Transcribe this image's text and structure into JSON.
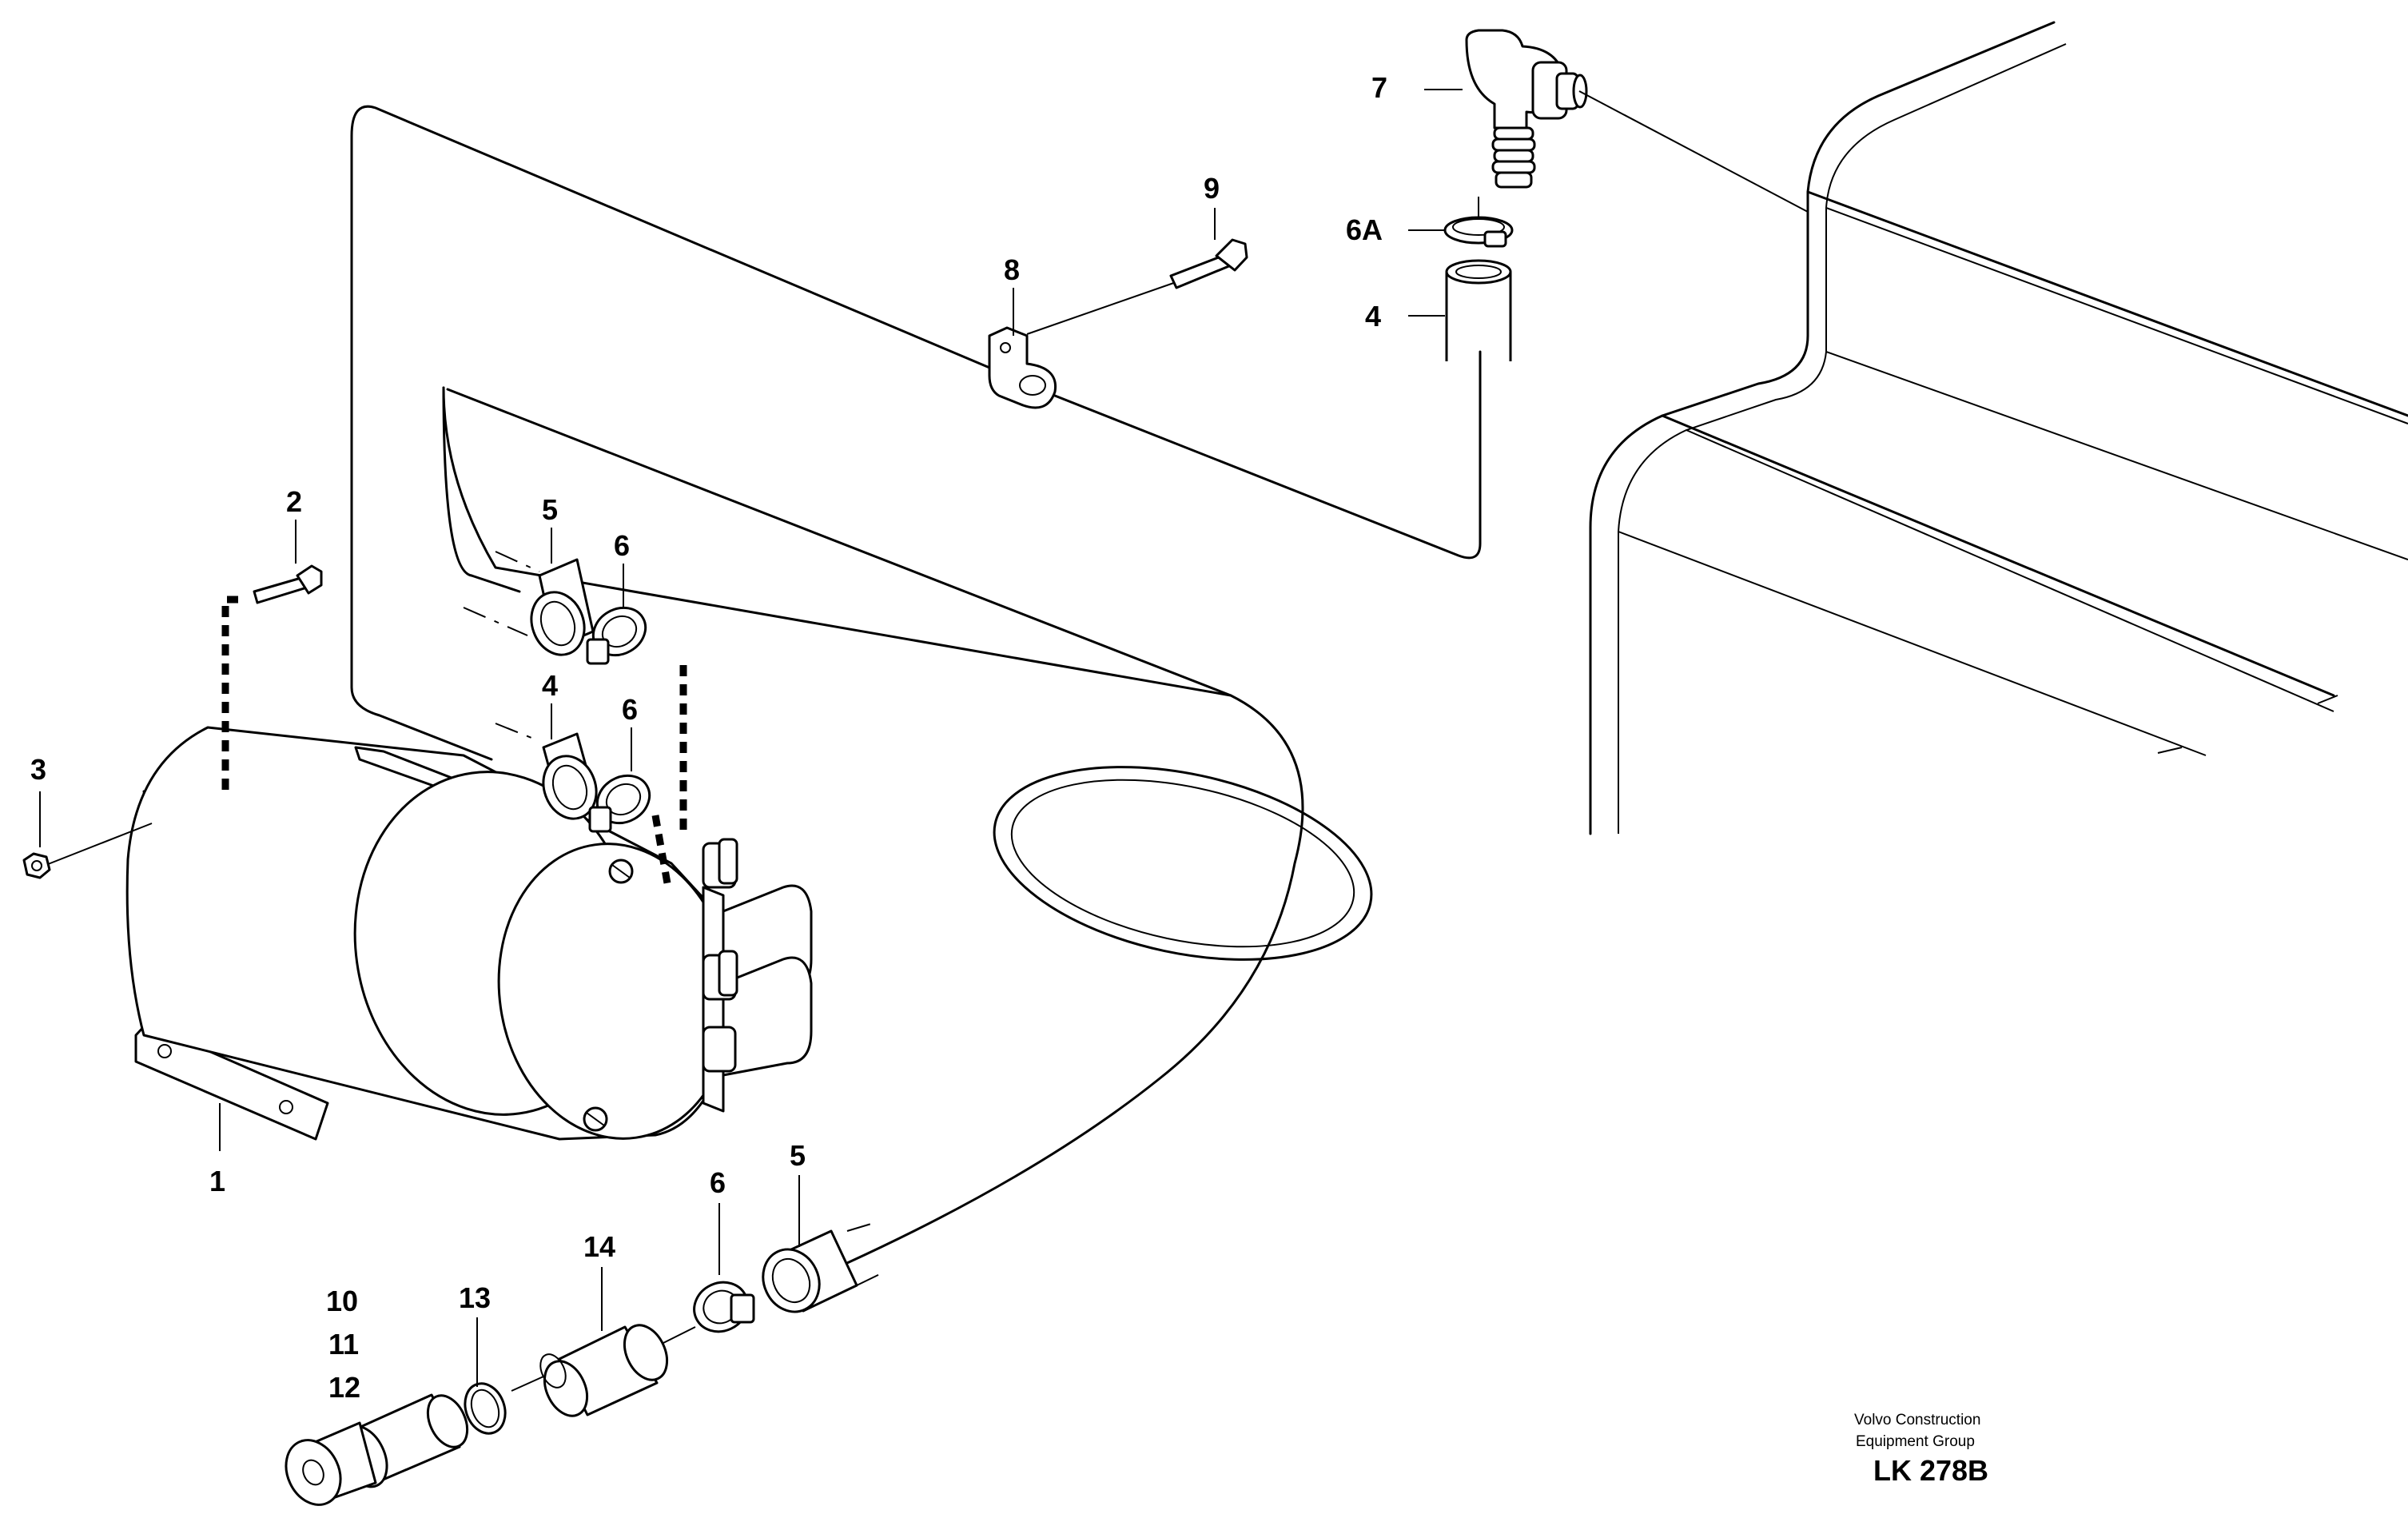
{
  "diagram": {
    "callouts": [
      {
        "id": "c1",
        "label": "1"
      },
      {
        "id": "c2",
        "label": "2"
      },
      {
        "id": "c3",
        "label": "3"
      },
      {
        "id": "c4a",
        "label": "4"
      },
      {
        "id": "c4b",
        "label": "4"
      },
      {
        "id": "c5a",
        "label": "5"
      },
      {
        "id": "c5b",
        "label": "5"
      },
      {
        "id": "c6a",
        "label": "6"
      },
      {
        "id": "c6b",
        "label": "6"
      },
      {
        "id": "c6c",
        "label": "6"
      },
      {
        "id": "c6A",
        "label": "6A"
      },
      {
        "id": "c7",
        "label": "7"
      },
      {
        "id": "c8",
        "label": "8"
      },
      {
        "id": "c9",
        "label": "9"
      },
      {
        "id": "c10",
        "label": "10"
      },
      {
        "id": "c11",
        "label": "11"
      },
      {
        "id": "c12",
        "label": "12"
      },
      {
        "id": "c13",
        "label": "13"
      },
      {
        "id": "c14",
        "label": "14"
      }
    ],
    "credit_line1": "Volvo Construction",
    "credit_line2": "Equipment Group",
    "drawing_code": "LK 278B"
  }
}
